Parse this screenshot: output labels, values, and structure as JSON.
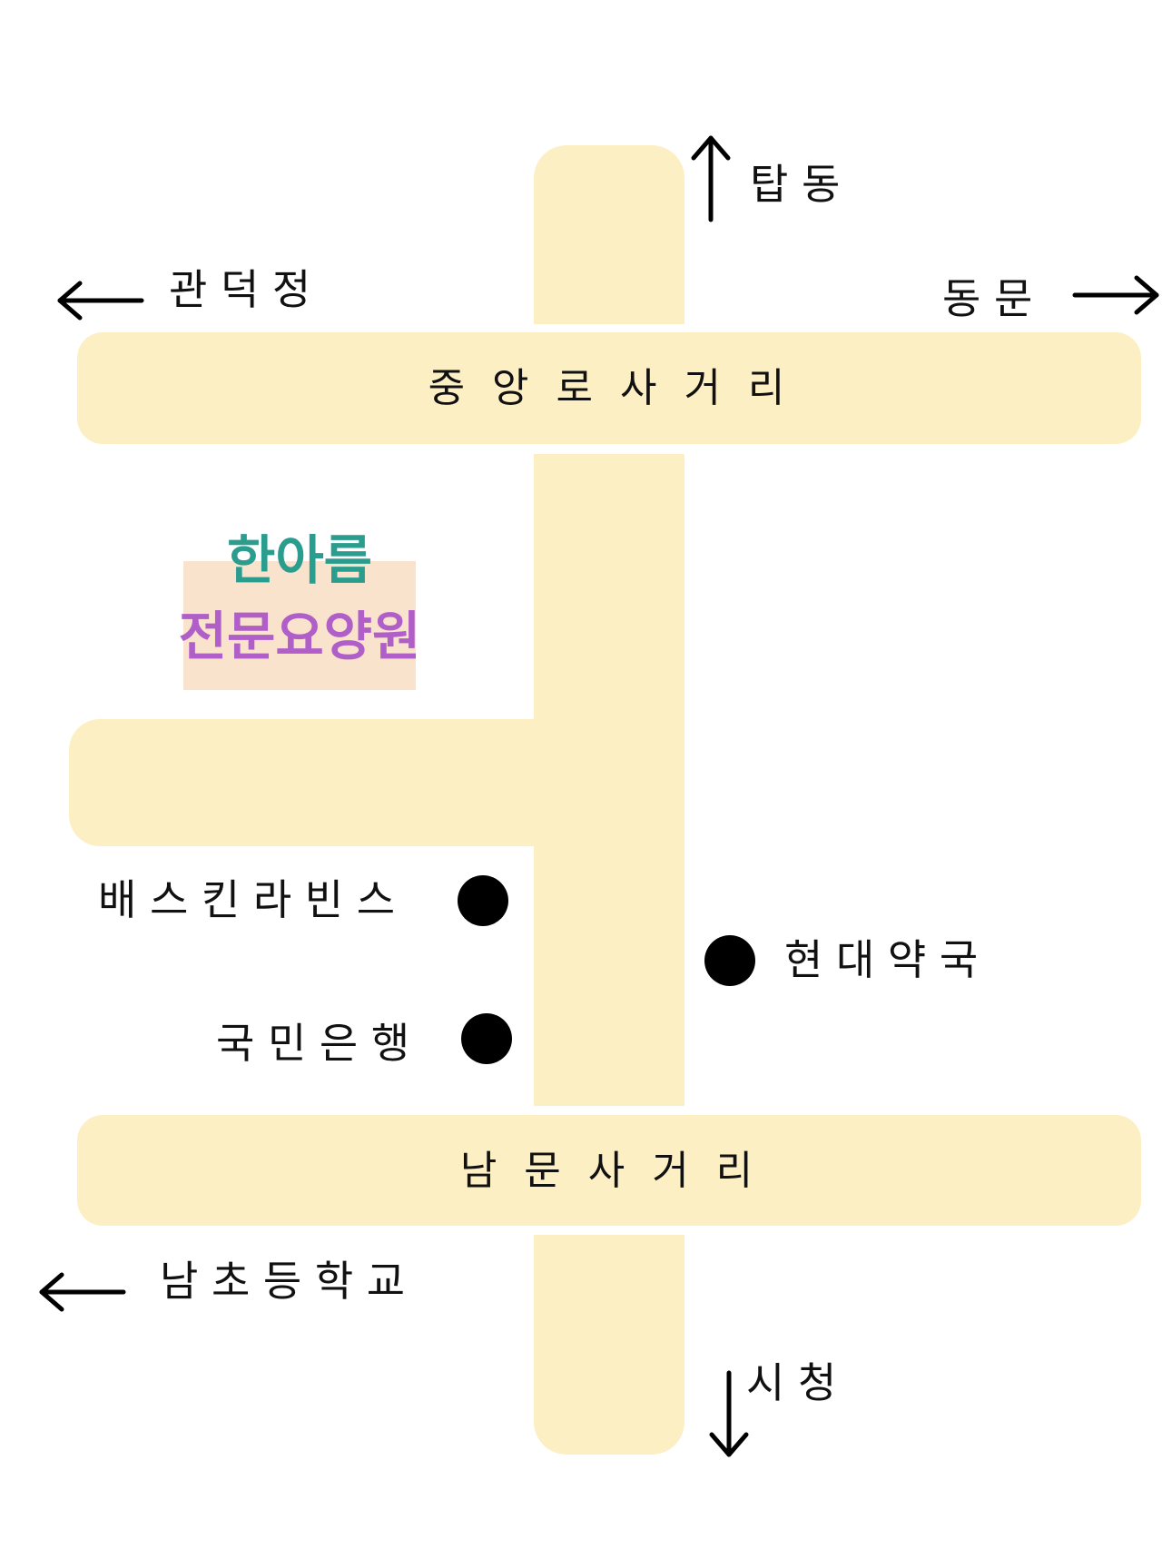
{
  "map": {
    "directions": {
      "north": "탑 동",
      "west": "관 덕 정",
      "east": "동 문",
      "southwest": "남 초 등 학 교",
      "south": "시 청"
    },
    "roads": {
      "top": "중 앙 로 사 거 리",
      "bottom": "남 문 사 거 리"
    },
    "destination": {
      "line1": "한아름",
      "line2": "전문요양원"
    },
    "landmarks": [
      {
        "name": "배 스 킨 라 빈 스"
      },
      {
        "name": "국 민 은 행"
      },
      {
        "name": "현 대 약 국"
      }
    ],
    "colors": {
      "road": "#fdefc4",
      "destination_line1": "#2a9d8f",
      "destination_line2": "#b05fc8",
      "destination_box": "#fae3cc",
      "marker": "#000000"
    },
    "icons": {
      "arrow_north": "arrow-up-icon",
      "arrow_west": "arrow-left-icon",
      "arrow_east": "arrow-right-icon",
      "arrow_south": "arrow-down-icon",
      "marker": "dot-icon"
    }
  }
}
